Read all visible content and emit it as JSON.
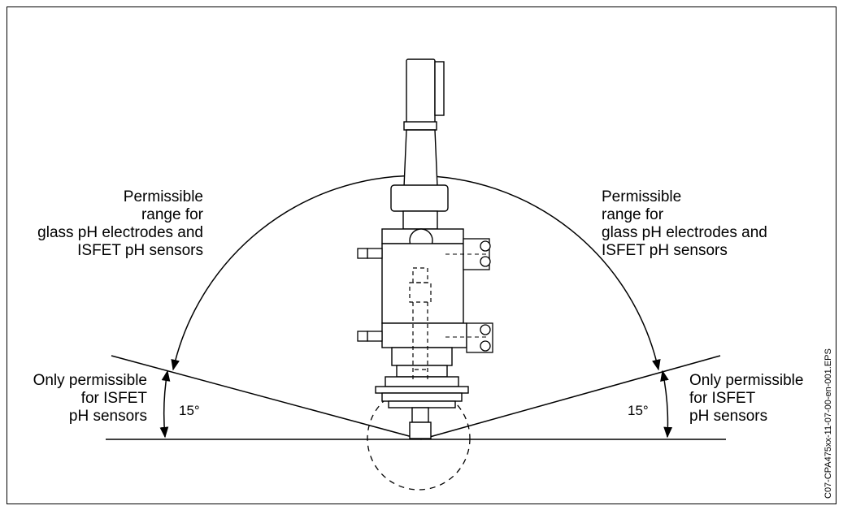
{
  "labels": {
    "upper_left": [
      "Permissible",
      "range for",
      "glass pH electrodes and",
      "ISFET pH sensors"
    ],
    "upper_right": [
      "Permissible",
      "range for",
      "glass pH electrodes and",
      "ISFET pH sensors"
    ],
    "lower_left": [
      "Only permissible",
      "for ISFET",
      "pH sensors"
    ],
    "lower_right": [
      "Only permissible",
      "for ISFET",
      "pH sensors"
    ],
    "angle_left": "15°",
    "angle_right": "15°",
    "drawing_code": "C07-CPA475xx-11-07-00-en-001.EPS"
  }
}
